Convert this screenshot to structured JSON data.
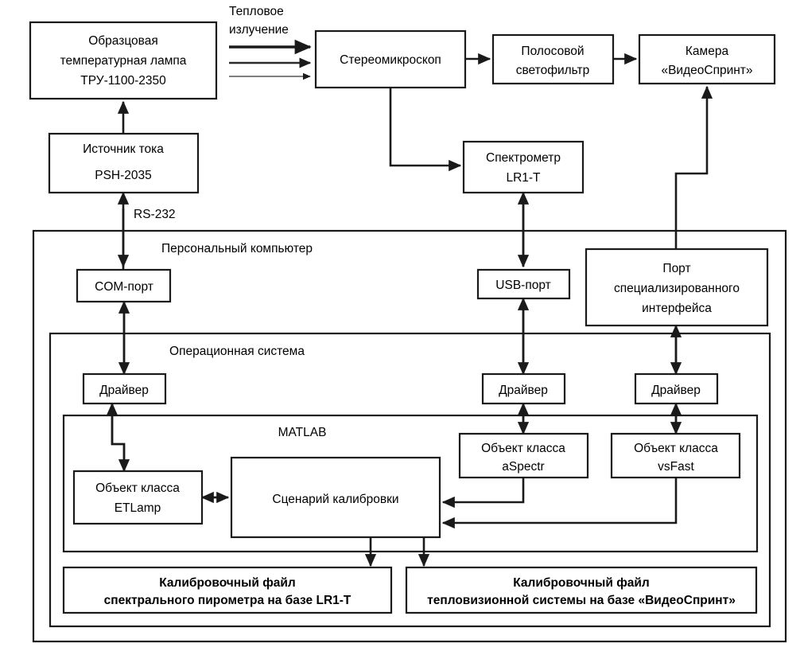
{
  "diagram": {
    "title": "Structural scheme of calibration stand",
    "boxes": {
      "lamp": {
        "line1": "Образцовая",
        "line2": "температурная лампа",
        "line3": "ТРУ-1100-2350"
      },
      "current_source": {
        "line1": "Источник тока",
        "line2": "PSH-2035"
      },
      "stereomicroscope": {
        "line1": "Стереомикроскоп"
      },
      "bandpass_filter": {
        "line1": "Полосовой",
        "line2": "светофильтр"
      },
      "camera": {
        "line1": "Камера",
        "line2": "«ВидеоСпринт»"
      },
      "spectrometer": {
        "line1": "Спектрометр",
        "line2": "LR1-T"
      },
      "com_port": {
        "line1": "COM-порт"
      },
      "usb_port": {
        "line1": "USB-порт"
      },
      "special_port": {
        "line1": "Порт",
        "line2": "специализированного",
        "line3": "интерфейса"
      },
      "driver_com": {
        "line1": "Драйвер"
      },
      "driver_usb": {
        "line1": "Драйвер"
      },
      "driver_special": {
        "line1": "Драйвер"
      },
      "etlamp": {
        "line1": "Объект класса",
        "line2": "ETLamp"
      },
      "aspectr": {
        "line1": "Объект класса",
        "line2": "aSpectr"
      },
      "vsfast": {
        "line1": "Объект класса",
        "line2": "vsFast"
      },
      "script": {
        "line1": "Сценарий калибровки"
      },
      "calib_file_spectral": {
        "line1": "Калибровочный файл",
        "line2": "спектрального пирометра на базе LR1-T"
      },
      "calib_file_thermal": {
        "line1": "Калибровочный файл",
        "line2": "тепловизионной системы на базе «ВидеоСпринт»"
      }
    },
    "containers": {
      "pc": {
        "title": "Персональный компьютер"
      },
      "os": {
        "title": "Операционная система"
      },
      "matlab": {
        "title": "MATLAB"
      }
    },
    "edge_labels": {
      "thermal_radiation_l1": "Тепловое",
      "thermal_radiation_l2": "излучение",
      "rs232": "RS-232"
    },
    "colors": {
      "stroke": "#1a1a1a",
      "fill": "#ffffff",
      "ray_thin": "#555555"
    }
  }
}
